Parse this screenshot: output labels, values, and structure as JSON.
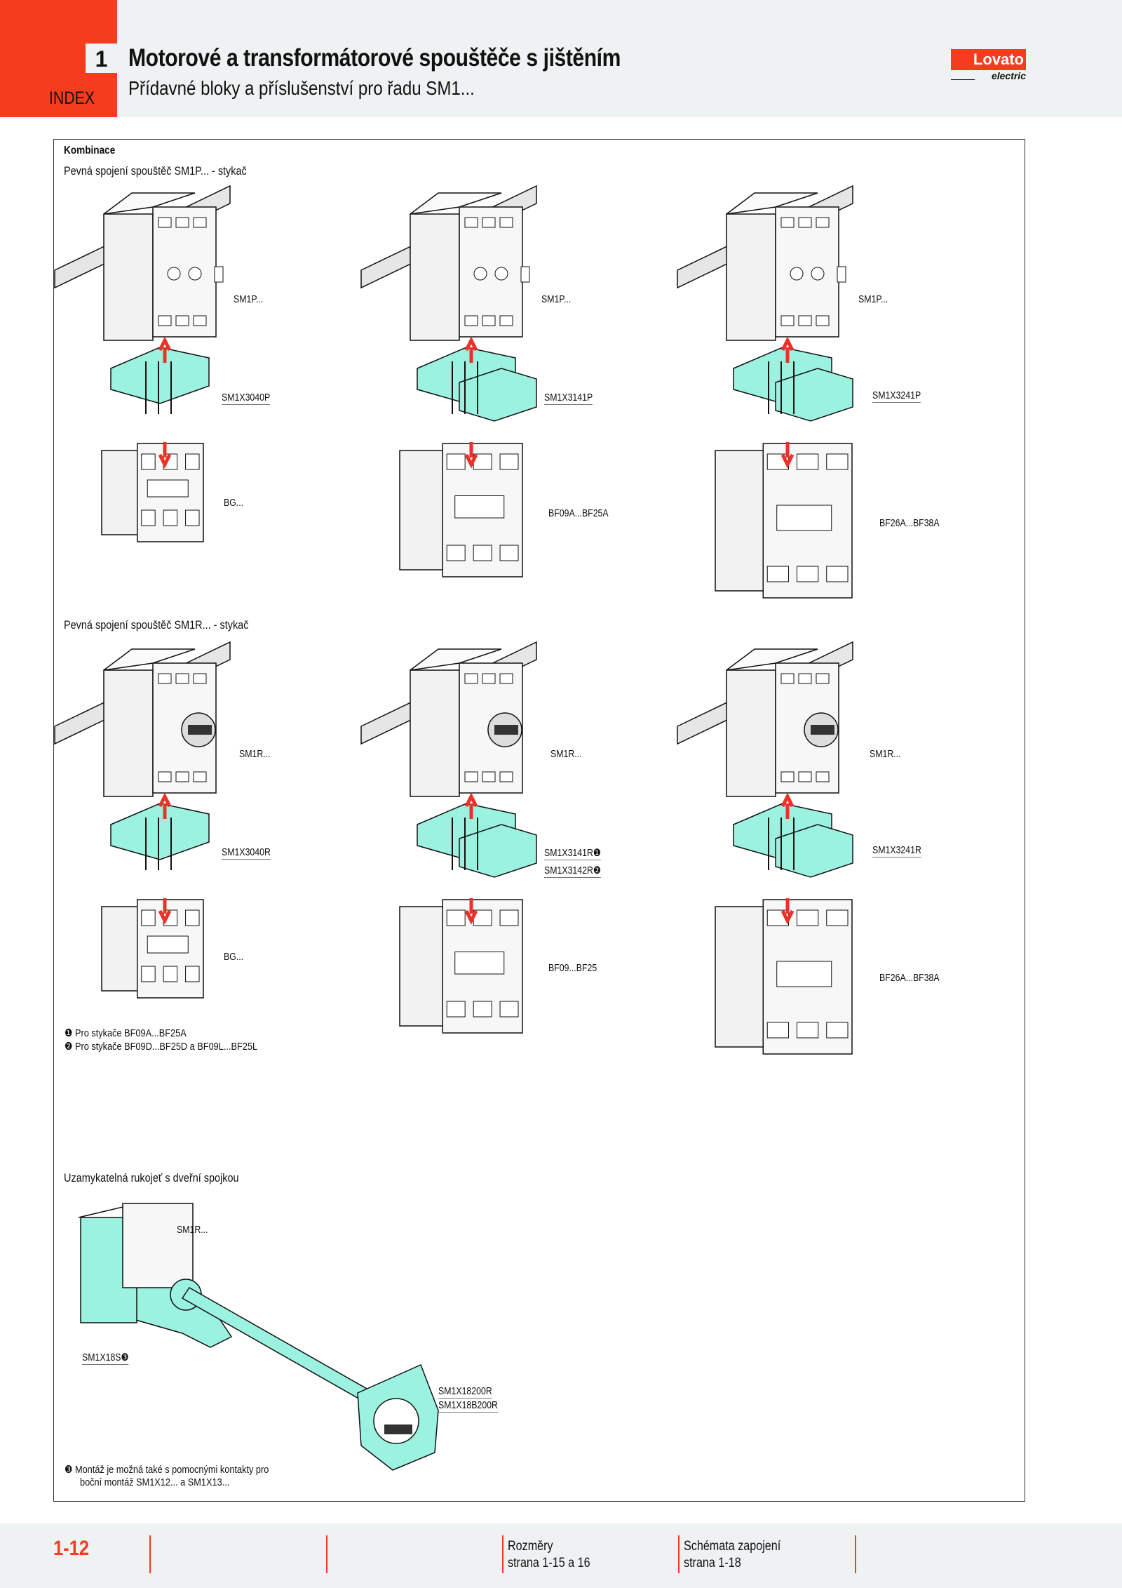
{
  "header": {
    "index_label": "INDEX",
    "chapter_number": "1",
    "title": "Motorové a transformátorové spouštěče s jištěním",
    "subtitle": "Přídavné bloky a příslušenství pro řadu SM1...",
    "logo_text": "Lovato",
    "logo_sub": "electric"
  },
  "colors": {
    "accent": "#f53c1d",
    "adapter": "#9cf2e0",
    "arrow": "#e8322a",
    "panel": "#eff2f3"
  },
  "section_title": "Kombinace",
  "group_p": {
    "heading": "Pevná spojení spouštěč SM1P... - stykač",
    "columns": [
      {
        "starter": "SM1P...",
        "adapter": "SM1X3040P",
        "contactor": "BG..."
      },
      {
        "starter": "SM1P...",
        "adapter": "SM1X3141P",
        "contactor": "BF09A...BF25A"
      },
      {
        "starter": "SM1P...",
        "adapter": "SM1X3241P",
        "contactor": "BF26A...BF38A"
      }
    ]
  },
  "group_r": {
    "heading": "Pevná spojení spouštěč SM1R... - stykač",
    "columns": [
      {
        "starter": "SM1R...",
        "adapter": "SM1X3040R",
        "contactor": "BG..."
      },
      {
        "starter": "SM1R...",
        "adapter": "SM1X3141R❶",
        "adapter2": "SM1X3142R❷",
        "contactor": "BF09...BF25"
      },
      {
        "starter": "SM1R...",
        "adapter": "SM1X3241R",
        "contactor": "BF26A...BF38A"
      }
    ],
    "notes": [
      "❶ Pro stykače BF09A...BF25A",
      "❷ Pro stykače BF09D...BF25D a BF09L...BF25L"
    ]
  },
  "group_handle": {
    "heading": "Uzamykatelná rukojeť s dveřní spojkou",
    "starter": "SM1R...",
    "coupling": "SM1X18S❸",
    "handle_1": "SM1X18200R",
    "handle_2": "SM1X18B200R",
    "note_line1": "❸ Montáž je možná také s pomocnými kontakty pro",
    "note_line2": "boční montáž SM1X12... a SM1X13..."
  },
  "footer": {
    "page_number": "1-12",
    "link1_title": "Rozměry",
    "link1_page": "strana 1-15 a 16",
    "link2_title": "Schémata zapojení",
    "link2_page": "strana 1-18"
  }
}
